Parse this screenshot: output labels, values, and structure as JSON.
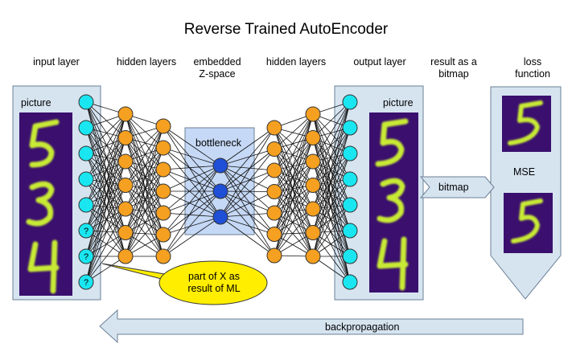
{
  "title": "Reverse Trained AutoEncoder",
  "columns": {
    "input_layer": "input layer",
    "hidden_layers_left": "hidden layers",
    "embedded": "embedded\nZ-space",
    "hidden_layers_right": "hidden layers",
    "output_layer": "output layer",
    "result_bitmap": "result as a\nbitmap",
    "loss_function": "loss\nfunction"
  },
  "input_box": {
    "picture_label": "picture",
    "unknown_marker": "?"
  },
  "bottleneck_label": "bottleneck",
  "output_box": {
    "picture_label": "picture"
  },
  "bitmap_arrow_label": "bitmap",
  "loss_box": {
    "metric_label": "MSE"
  },
  "callout": {
    "text": "part of X as\nresult of ML"
  },
  "backprop_label": "backpropagation",
  "colors": {
    "panel_fill": "#d6e4f0",
    "panel_stroke": "#6b7f95",
    "cyan_neuron": "#19e6f0",
    "orange_neuron": "#f5a020",
    "blue_neuron": "#1f4fd6",
    "bottleneck_fill": "#c5d8f5",
    "callout_fill": "#ffee00",
    "digit_bg": "#3a0f6e",
    "digit_stroke": "#c8ea35"
  }
}
